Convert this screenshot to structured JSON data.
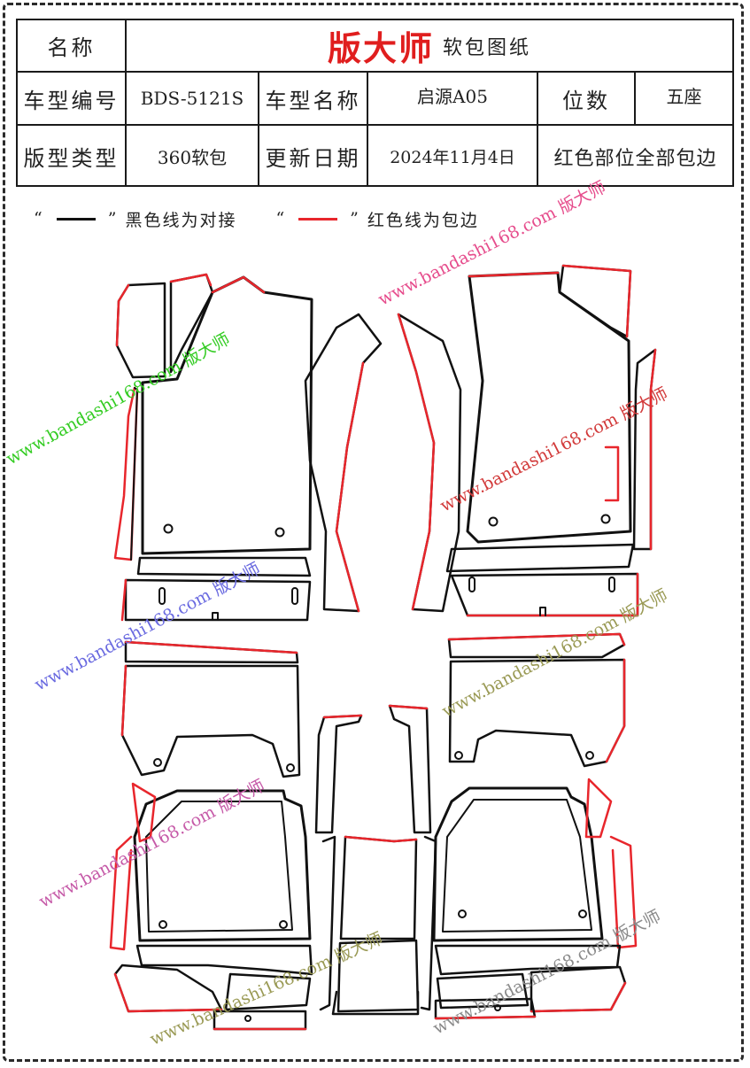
{
  "header": {
    "name_label": "名称",
    "brand": "版大师",
    "brand_subtitle": "软包图纸",
    "model_code_label": "车型编号",
    "model_code": "BDS-5121S",
    "model_name_label": "车型名称",
    "model_name": "启源A05",
    "seats_label": "位数",
    "seats": "五座",
    "pattern_type_label": "版型类型",
    "pattern_type": "360软包",
    "update_date_label": "更新日期",
    "update_date": "2024年11月4日",
    "note": "红色部位全部包边"
  },
  "legend": {
    "black_quote_open": "“",
    "black_quote_close": "”",
    "black_text": "黑色线为对接",
    "red_quote_open": "“",
    "red_quote_close": "”",
    "red_text": "红色线为包边"
  },
  "watermark": {
    "text": "www.bandashi168.com 版大师"
  },
  "colors": {
    "edge_red": "#e8262c",
    "seam_black": "#111111",
    "brand_red": "#e01e1e",
    "watermark_green": "#33cc22",
    "watermark_pink": "#e64c8c",
    "watermark_blue": "#6a6ae0",
    "watermark_red": "#d23a3a",
    "watermark_olive": "#9a9a55"
  }
}
